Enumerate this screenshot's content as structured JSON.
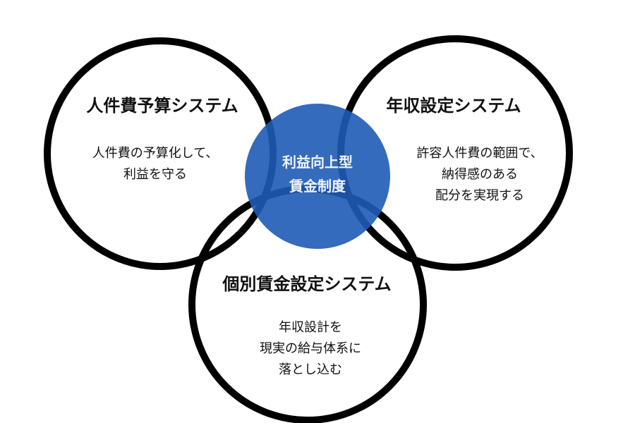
{
  "center": {
    "line1": "利益向上型",
    "line2": "賃金制度",
    "color": "#1f5bb5"
  },
  "circles": [
    {
      "title": "人件費予算システム",
      "lines": [
        "人件費の予算化して、",
        "利益を守る"
      ]
    },
    {
      "title": "年収設定システム",
      "lines": [
        "許容人件費の範囲で、",
        "納得感のある",
        "配分を実現する"
      ]
    },
    {
      "title": "個別賃金設定システム",
      "lines": [
        "年収設計を",
        "現実の給与体系に",
        "落とし込む"
      ]
    }
  ]
}
